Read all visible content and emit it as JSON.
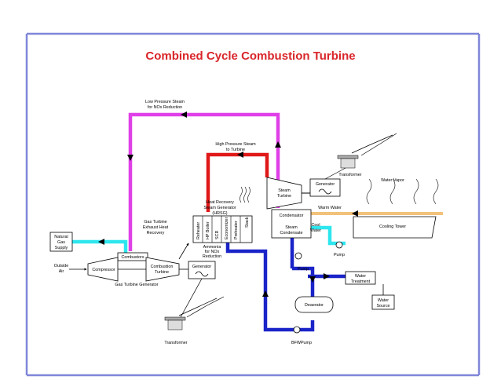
{
  "title": "Combined Cycle Combustion Turbine",
  "labels": {
    "low_pressure_steam": [
      "Low Pressure Steam",
      "for NOx Reduction"
    ],
    "high_pressure_steam": [
      "High Pressure Steam",
      "to Turbine"
    ],
    "transformer_top": "Transformer",
    "water_vapor": "Water Vapor",
    "steam_turbine": [
      "Steam",
      "Turbine"
    ],
    "generator_top": "Generator",
    "hrsg": [
      "Heat Recovery",
      "Steam Generator",
      "(HRSG)"
    ],
    "hrsg_sections": [
      "Reheater",
      "HP Boiler",
      "SCR",
      "Economizer",
      "Preheater",
      "Stack"
    ],
    "condensator": "Condensator",
    "warm_water": "Warm Water",
    "steam_condensate": [
      "Steam",
      "Condensate"
    ],
    "cool_water": [
      "Cool",
      "Water"
    ],
    "cooling_tower": "Cooling Tower",
    "gt_exhaust": [
      "Gas Turbine",
      "Exhaust Heat",
      "Recovery"
    ],
    "natural_gas": [
      "Natural",
      "Gas",
      "Supply"
    ],
    "ammonia": [
      "Ammonia",
      "for NOx",
      "Reduction"
    ],
    "pump_right": "Pump",
    "combustors": "Combustors",
    "outside_air": [
      "Outside",
      "Air"
    ],
    "compressor": "Compressor",
    "combustion_turbine": [
      "Combustion",
      "Turbine"
    ],
    "generator_bottom": "Generator",
    "pump_mid": "Pump",
    "water_treatment": [
      "Water",
      "Treatment"
    ],
    "gas_turbine_generator": "Gas Turbine Generator",
    "deaerator": "Deaerator",
    "water_source": [
      "Water",
      "Source"
    ],
    "transformer_bottom": "Transformer",
    "bfw_pump": "BFWPump"
  },
  "colors": {
    "title": "#d9262a",
    "low_pressure_line": "#e040e8",
    "high_pressure_line": "#e01818",
    "feedwater_line": "#1a24c8",
    "gas_line": "#2de6ee",
    "warm_water_band": "#f2c27a",
    "frame_blue": "#7f86d8"
  }
}
